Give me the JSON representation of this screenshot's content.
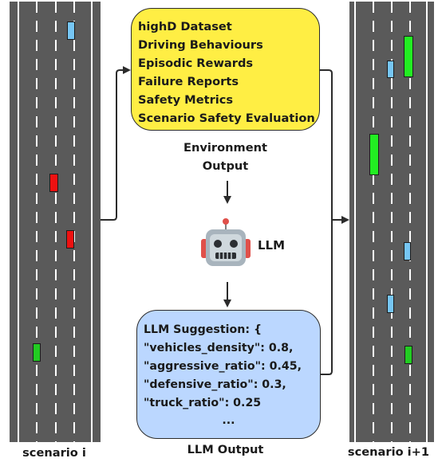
{
  "environment": {
    "items": [
      "highD Dataset",
      "Driving Behaviours",
      "Episodic Rewards",
      "Failure Reports",
      "Safety Metrics",
      "Scenario Safety Evaluation"
    ],
    "caption_line1": "Environment",
    "caption_line2": "Output"
  },
  "llm": {
    "label": "LLM",
    "suggestion_lines": [
      "LLM Suggestion: {",
      "\"vehicles_density\": 0.8,",
      "\"aggressive_ratio\": 0.45,",
      "\"defensive_ratio\": 0.3,",
      "\"truck_ratio\": 0.25"
    ],
    "ellipsis": "...",
    "caption": "LLM Output"
  },
  "scenarios": {
    "left_label": "scenario i",
    "right_label": "scenario i+1"
  },
  "colors": {
    "env_box": "#ffee44",
    "llm_box": "#bbd7ff",
    "road": "#5a5a5a",
    "car_blue": "#76c6f4",
    "car_red": "#ee1111",
    "car_green": "#22cc22"
  },
  "icons": [
    "robot-icon"
  ]
}
